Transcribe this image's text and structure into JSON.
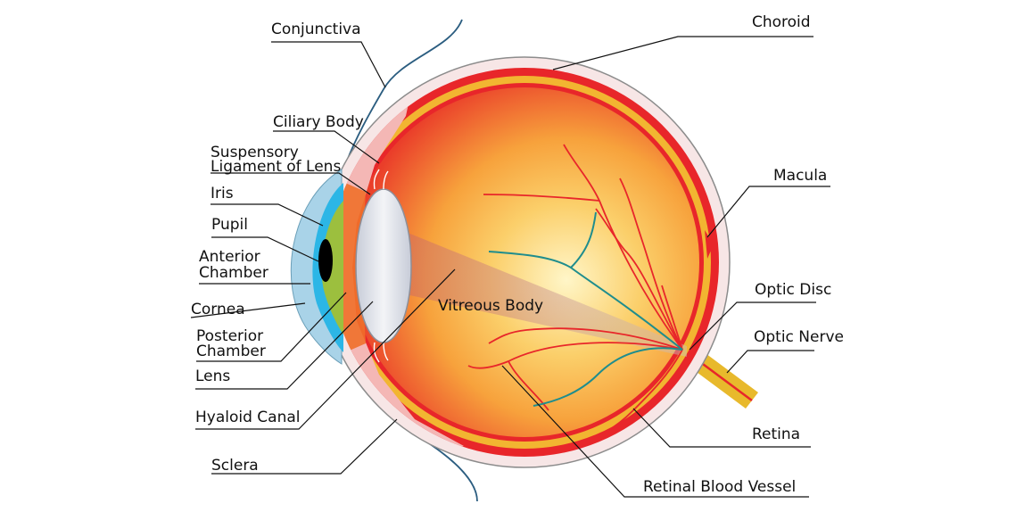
{
  "labels": {
    "conjunctiva": "Conjunctiva",
    "choroid": "Choroid",
    "ciliary_body": "Ciliary Body",
    "suspensory_1": "Suspensory",
    "suspensory_2": "Ligament of Lens",
    "iris": "Iris",
    "pupil": "Pupil",
    "anterior_1": "Anterior",
    "anterior_2": "Chamber",
    "cornea": "Cornea",
    "posterior_1": "Posterior",
    "posterior_2": "Chamber",
    "lens": "Lens",
    "hyaloid_canal": "Hyaloid Canal",
    "sclera": "Sclera",
    "vitreous_body": "Vitreous Body",
    "macula": "Macula",
    "optic_disc": "Optic Disc",
    "optic_nerve": "Optic Nerve",
    "retina": "Retina",
    "retinal_blood_vessel": "Retinal Blood Vessel"
  },
  "colors": {
    "sclera": "#f7e6e6",
    "choroid": "#e8262a",
    "retina_band": "#f2b531",
    "vitreous_center": "#fff6c8",
    "vitreous_mid": "#f7a23c",
    "vitreous_edge": "#ea3e2a",
    "ciliary_body": "#f4b7b5",
    "cornea": "#a9d3e8",
    "iris_blue": "#2cb6e6",
    "iris_green": "#9cbf3e",
    "lens": "#d9dde6",
    "optic_nerve": "#e8b92c",
    "vessel_red": "#e8262a",
    "vessel_teal": "#1f8d8d",
    "conjunctiva": "#2b5d80"
  }
}
